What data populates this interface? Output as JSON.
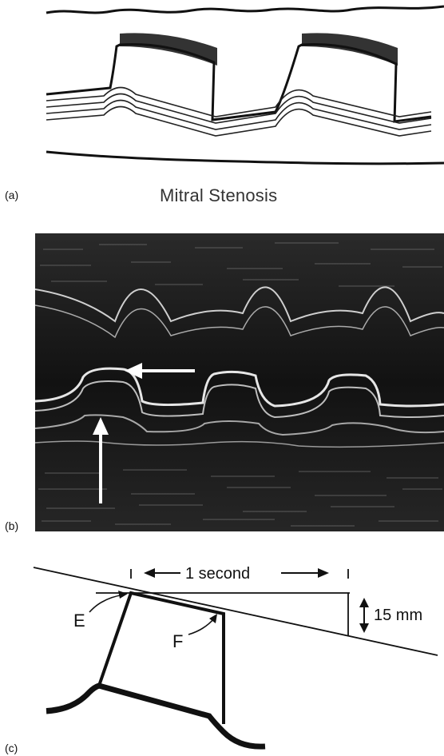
{
  "panels": {
    "a": {
      "label": "(a)"
    },
    "b": {
      "label": "(b)"
    },
    "c": {
      "label": "(c)"
    }
  },
  "title": "Mitral Stenosis",
  "annotations": {
    "interval": "1 second",
    "amplitude": "15 mm",
    "point_e": "E",
    "point_f": "F"
  }
}
